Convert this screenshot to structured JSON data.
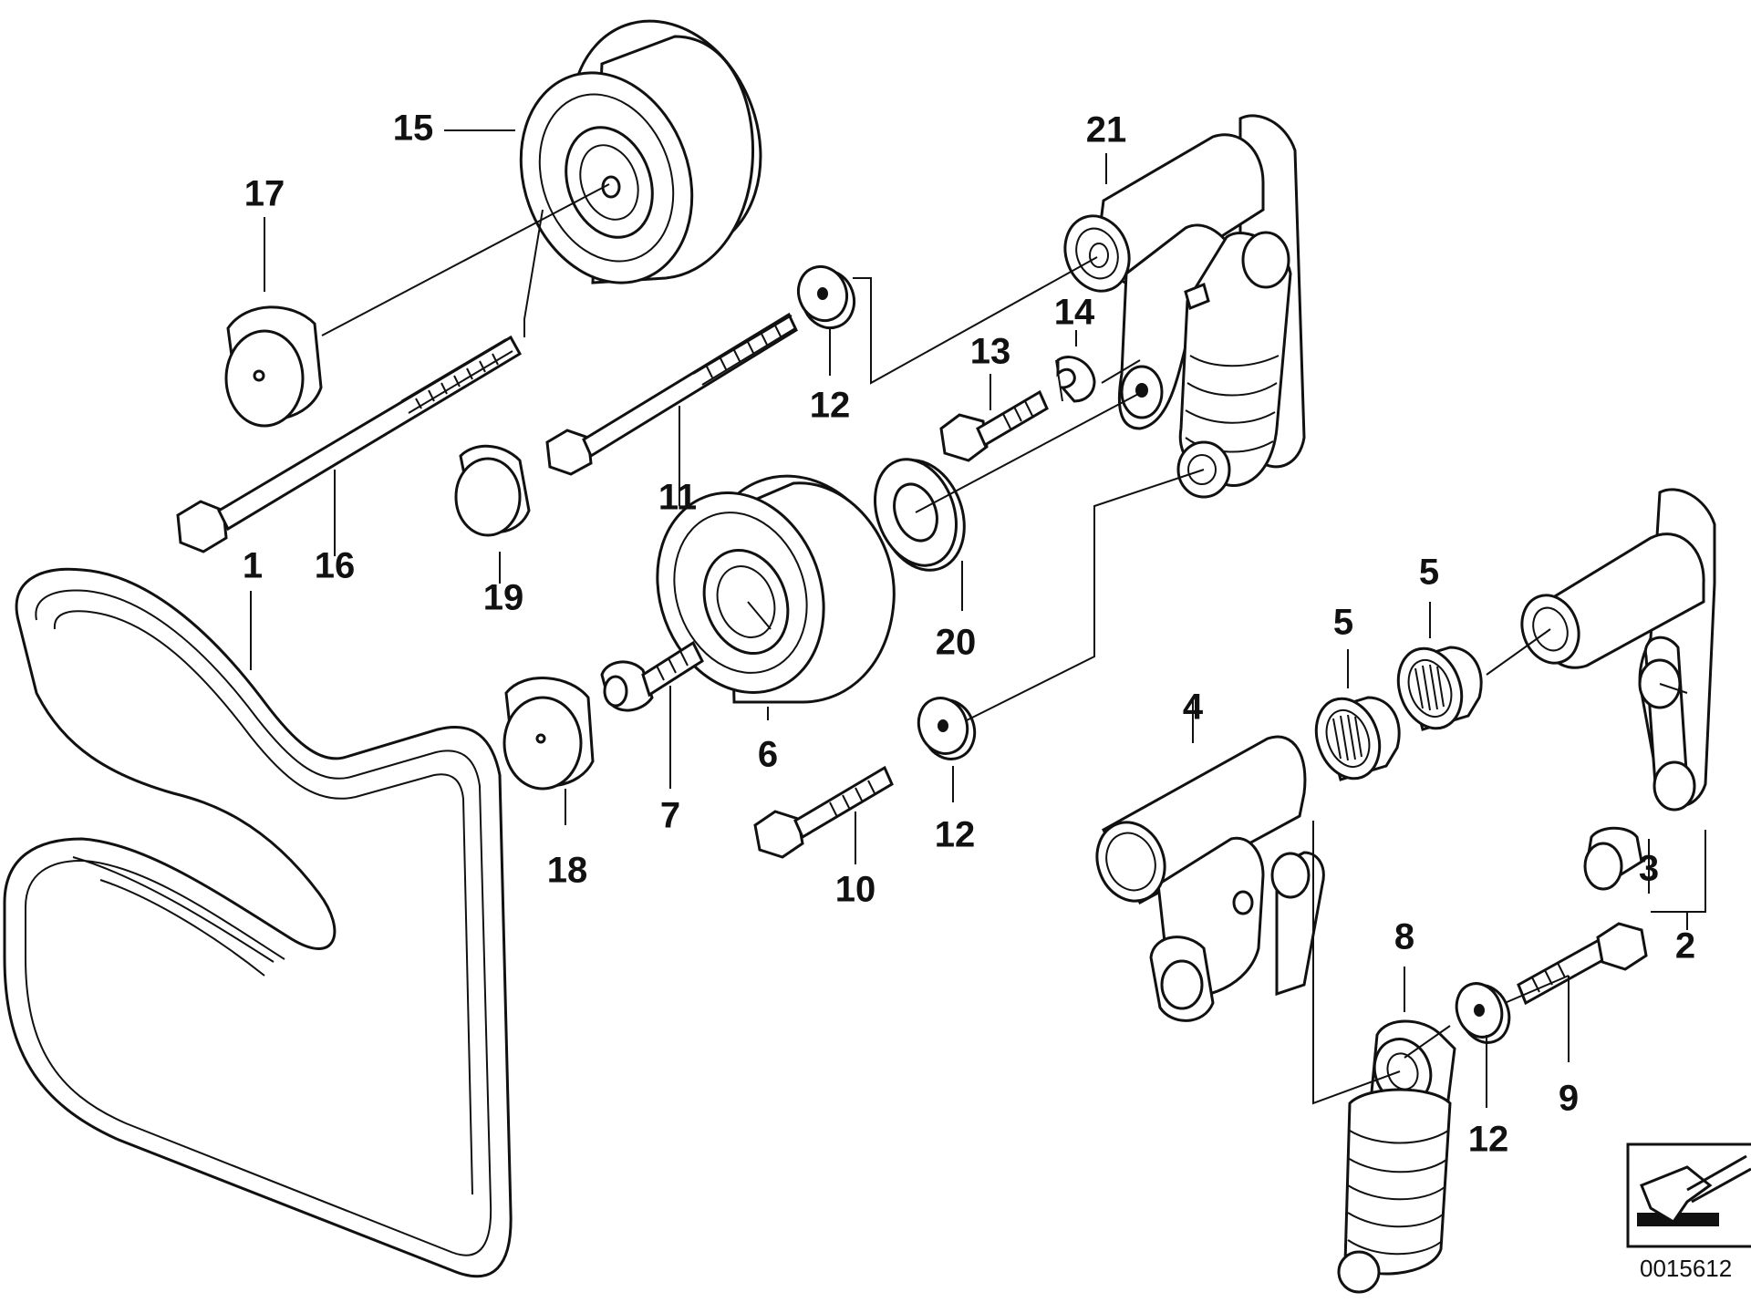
{
  "diagram": {
    "part_labels": {
      "p1": "1",
      "p2": "2",
      "p3": "3",
      "p4": "4",
      "p5a": "5",
      "p5b": "5",
      "p6": "6",
      "p7": "7",
      "p8": "8",
      "p9": "9",
      "p10": "10",
      "p11": "11",
      "p12a": "12",
      "p12b": "12",
      "p12c": "12",
      "p13": "13",
      "p14": "14",
      "p15": "15",
      "p16": "16",
      "p17": "17",
      "p18": "18",
      "p19": "19",
      "p20": "20",
      "p21": "21"
    },
    "diagram_code": "0015612"
  }
}
